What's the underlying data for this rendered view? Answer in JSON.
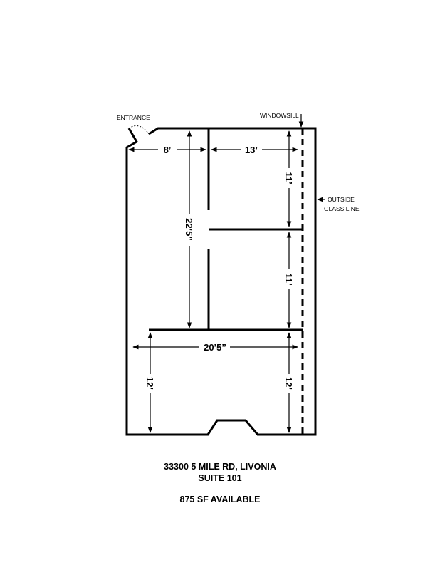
{
  "labels": {
    "entrance": "ENTRANCE",
    "windowsill": "WINDOWSILL",
    "outside_glass_line": [
      "OUTSIDE",
      "GLASS LINE"
    ]
  },
  "dimensions": {
    "front_left_width": "8’",
    "front_right_width": "13’",
    "left_depth": "22’5”",
    "office_1_depth": "11’",
    "office_2_depth": "11’",
    "rear_width": "20’5”",
    "rear_left_depth": "12’",
    "rear_right_depth": "12’"
  },
  "caption": {
    "address": "33300 5 MILE RD, LIVONIA",
    "suite": "SUITE 101",
    "availability": "875 SF AVAILABLE"
  }
}
